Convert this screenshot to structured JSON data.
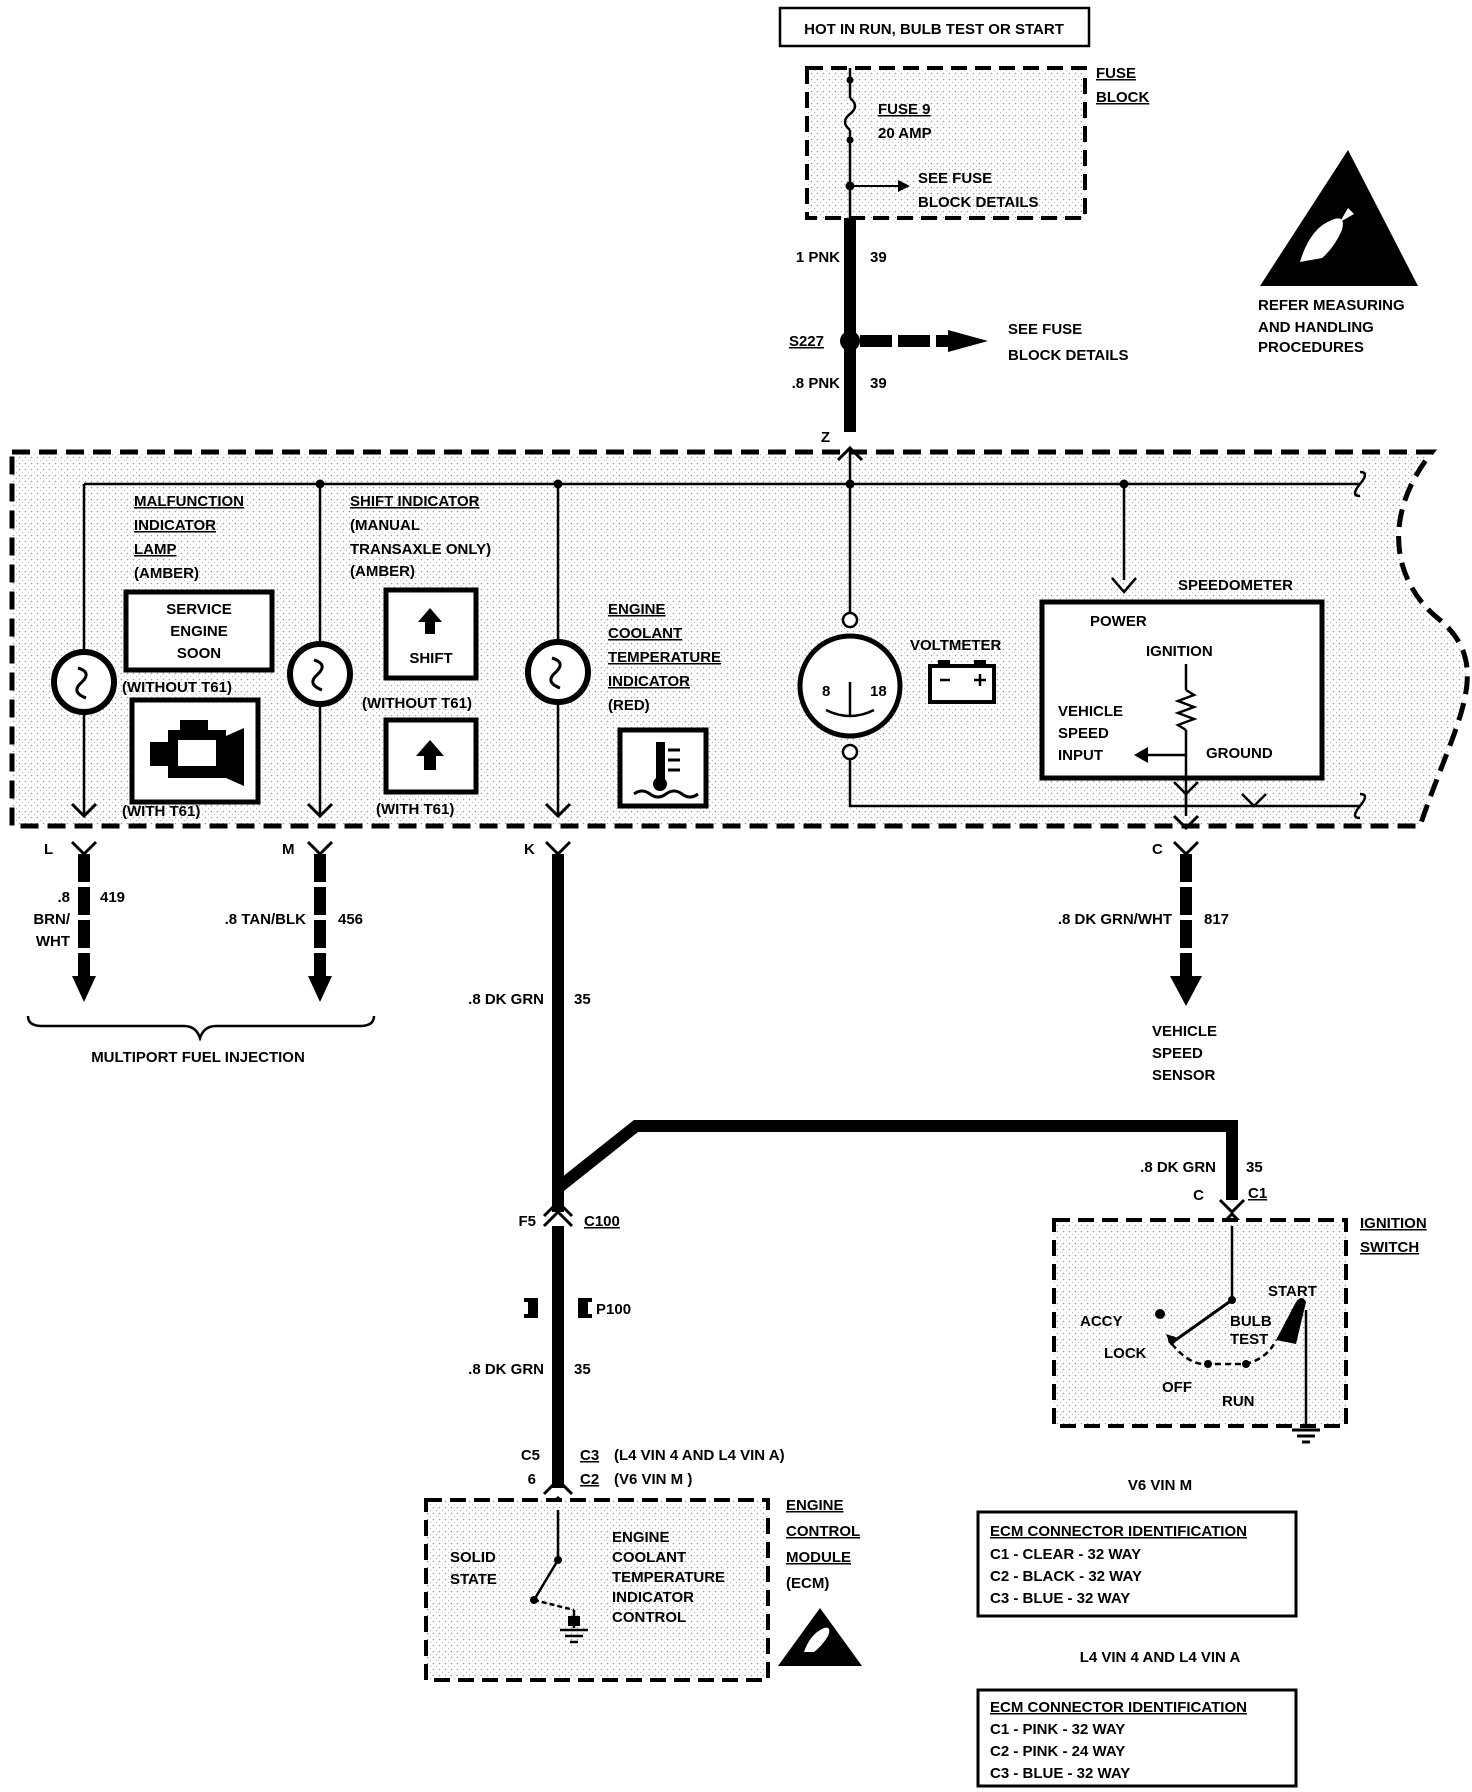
{
  "power_source": "HOT IN RUN, BULB TEST OR START",
  "fuse_block": {
    "title1": "FUSE",
    "title2": "BLOCK",
    "fuse_name": "FUSE 9",
    "fuse_rating": "20 AMP",
    "see1": "SEE FUSE",
    "see2": "BLOCK DETAILS"
  },
  "wires": {
    "pnk1": {
      "gauge": "1 PNK",
      "circuit": "39"
    },
    "pnk08": {
      "gauge": ".8 PNK",
      "circuit": "39"
    },
    "splice": "S227",
    "splice_see1": "SEE FUSE",
    "splice_see2": "BLOCK DETAILS",
    "brn_g": ".8",
    "brn_c1": "BRN/",
    "brn_c2": "WHT",
    "brn_circuit": "419",
    "tan": {
      "gauge": ".8 TAN/BLK",
      "circuit": "456"
    },
    "dkgrn_a": {
      "gauge": ".8 DK GRN",
      "circuit": "35"
    },
    "dkgrn_b": {
      "gauge": ".8 DK GRN",
      "circuit": "35"
    },
    "dkgrn_c": {
      "gauge": ".8 DK GRN",
      "circuit": "35"
    },
    "grnwht": {
      "gauge": ".8 DK GRN/WHT",
      "circuit": "817"
    }
  },
  "esd_note": {
    "l1": "REFER MEASURING",
    "l2": "AND HANDLING",
    "l3": "PROCEDURES"
  },
  "cluster": {
    "pin_z": "Z",
    "pin_l": "L",
    "pin_m": "M",
    "pin_k": "K",
    "pin_c": "C",
    "mil": {
      "l1": "MALFUNCTION",
      "l2": "INDICATOR",
      "l3": "LAMP",
      "l4": "(AMBER)"
    },
    "ses": {
      "l1": "SERVICE",
      "l2": "ENGINE",
      "l3": "SOON"
    },
    "without_t61_a": "(WITHOUT T61)",
    "with_t61_a": "(WITH T61)",
    "shift_ind": {
      "l1": "SHIFT INDICATOR",
      "l2": "(MANUAL",
      "l3": "TRANSAXLE ONLY)",
      "l4": "(AMBER)"
    },
    "shift_label": "SHIFT",
    "without_t61_b": "(WITHOUT T61)",
    "with_t61_b": "(WITH T61)",
    "ect": {
      "l1": "ENGINE",
      "l2": "COOLANT",
      "l3": "TEMPERATURE",
      "l4": "INDICATOR",
      "l5": "(RED)"
    },
    "voltmeter": "VOLTMETER",
    "gauge_low": "8",
    "gauge_high": "18",
    "speedo": {
      "title": "SPEEDOMETER",
      "power": "POWER",
      "ignition": "IGNITION",
      "vss1": "VEHICLE",
      "vss2": "SPEED",
      "vss3": "INPUT",
      "ground": "GROUND"
    }
  },
  "mfi": "MULTIPORT FUEL INJECTION",
  "vss": {
    "l1": "VEHICLE",
    "l2": "SPEED",
    "l3": "SENSOR"
  },
  "c100": {
    "pin": "F5",
    "name": "C100"
  },
  "p100": "P100",
  "ecm_conn": {
    "pin1": "C5",
    "pin2": "6",
    "c3": "C3",
    "c3_desc": "(L4 VIN 4 AND L4 VIN A)",
    "c2": "C2",
    "c2_desc": "(V6 VIN M )"
  },
  "ign": {
    "pin": "C",
    "conn": "C1",
    "title1": "IGNITION",
    "title2": "SWITCH",
    "acc": "ACCY",
    "lock": "LOCK",
    "bulb1": "BULB",
    "bulb2": "TEST",
    "start": "START",
    "off": "OFF",
    "run": "RUN"
  },
  "ecm": {
    "title1": "ENGINE",
    "title2": "CONTROL",
    "title3": "MODULE",
    "title4": "(ECM)",
    "ss1": "SOLID",
    "ss2": "STATE",
    "c1": "ENGINE",
    "c2": "COOLANT",
    "c3": "TEMPERATURE",
    "c4": "INDICATOR",
    "c5": "CONTROL"
  },
  "table_v6": {
    "caption": "V6 VIN M",
    "header": "ECM CONNECTOR IDENTIFICATION",
    "rows": [
      "C1 - CLEAR - 32 WAY",
      "C2 - BLACK - 32 WAY",
      "C3 - BLUE - 32 WAY"
    ]
  },
  "table_l4": {
    "caption": "L4 VIN 4 AND L4 VIN A",
    "header": "ECM CONNECTOR IDENTIFICATION",
    "rows": [
      "C1 - PINK - 32 WAY",
      "C2 - PINK - 24 WAY",
      "C3 - BLUE - 32 WAY"
    ]
  }
}
